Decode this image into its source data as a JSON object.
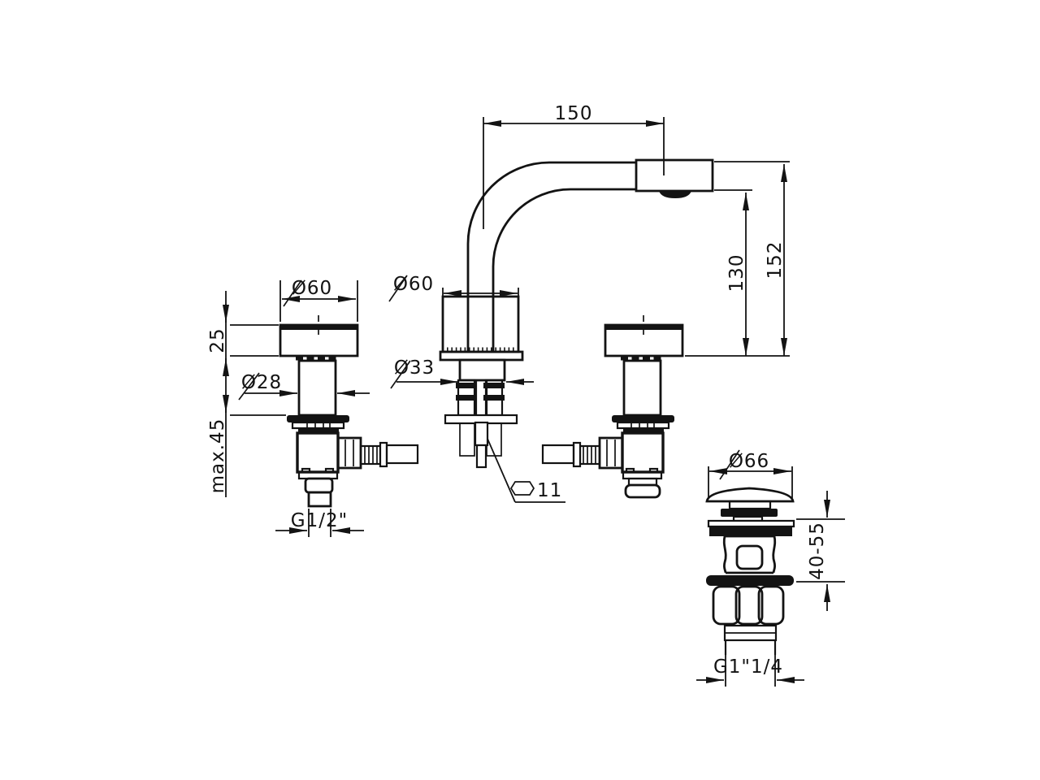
{
  "drawing": {
    "background": "#ffffff",
    "line_color": "#131313",
    "dimensions": {
      "spout_reach": "150",
      "total_height": "152",
      "spout_height": "130",
      "handle_height": "25",
      "handle_diameter": "Ø60",
      "base_diameter": "Ø60",
      "handle_stem_diameter": "Ø28",
      "base_neck_diameter": "Ø33",
      "max_deck_thickness": "max.45",
      "supply_thread": "G1/2\"",
      "hex_socket_size": "11",
      "drain_cap_diameter": "Ø66",
      "drain_clamping_range": "40-55",
      "drain_thread": "G1\"1/4"
    }
  }
}
